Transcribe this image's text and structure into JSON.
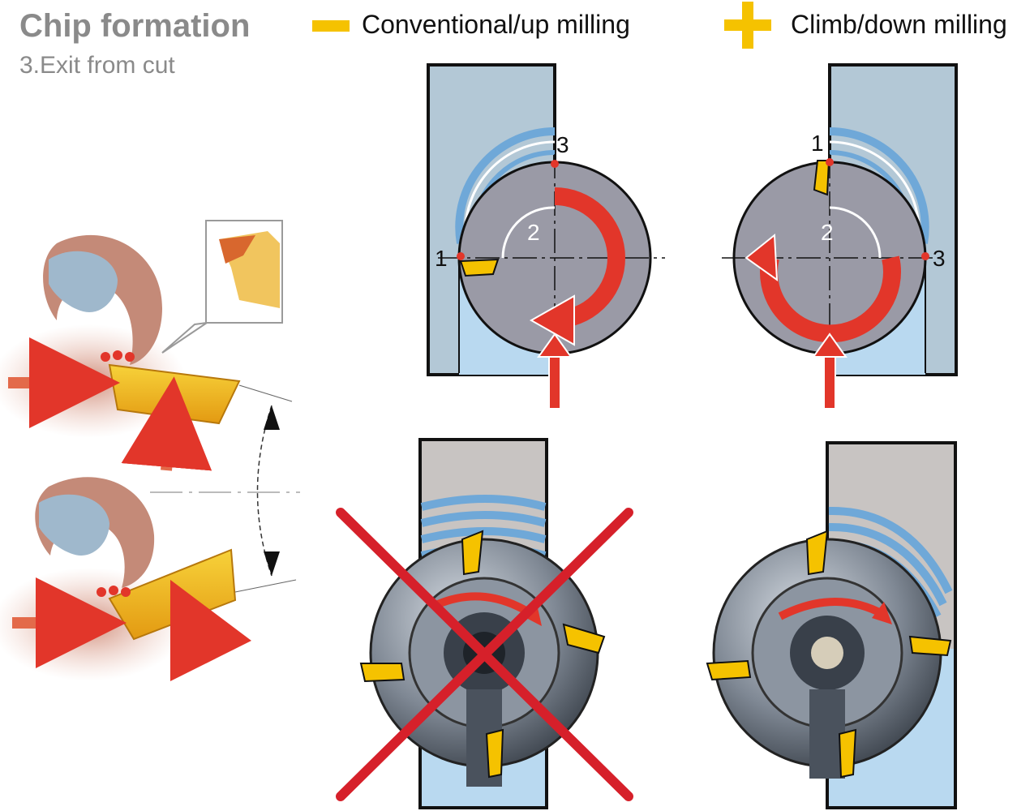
{
  "header": {
    "title": "Chip formation",
    "subtitle": "3.Exit from cut"
  },
  "legend": {
    "minus_label": "Conventional/up milling",
    "plus_label": "Climb/down milling",
    "accent_color": "#f5c200"
  },
  "up_milling_diagram": {
    "point1": "1",
    "point2": "2",
    "point3": "3"
  },
  "down_milling_diagram": {
    "point1": "1",
    "point2": "2",
    "point3": "3"
  },
  "colors": {
    "workpiece": "#b3c8d6",
    "cutter": "#9a9aa6",
    "arrow": "#e2362a",
    "insert": "#f5c200",
    "chip": "#6fa8d8"
  }
}
